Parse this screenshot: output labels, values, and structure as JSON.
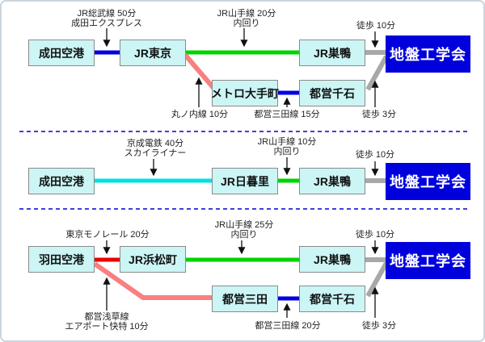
{
  "destination": {
    "label": "地盤工学会"
  },
  "stations": [
    {
      "label": "成田空港"
    },
    {
      "label": "JR東京"
    },
    {
      "label": "メトロ大手町"
    },
    {
      "label": "JR巣鴨"
    },
    {
      "label": "都営千石"
    },
    {
      "label": "成田空港"
    },
    {
      "label": "JR日暮里"
    },
    {
      "label": "JR巣鴨"
    },
    {
      "label": "羽田空港"
    },
    {
      "label": "JR浜松町"
    },
    {
      "label": "都営三田"
    },
    {
      "label": "JR巣鴨"
    },
    {
      "label": "都営千石"
    }
  ],
  "route_labels": [
    {
      "lines": [
        "JR総武線 50分",
        "成田エクスプレス"
      ]
    },
    {
      "lines": [
        "JR山手線 20分",
        "内回り"
      ]
    },
    {
      "lines": [
        "徒歩 10分"
      ]
    },
    {
      "lines": [
        "丸ノ内線 10分"
      ]
    },
    {
      "lines": [
        "都営三田線 15分"
      ]
    },
    {
      "lines": [
        "徒歩 3分"
      ]
    },
    {
      "lines": [
        "京成電鉄 40分",
        "スカイライナー"
      ]
    },
    {
      "lines": [
        "JR山手線 10分",
        "内回り"
      ]
    },
    {
      "lines": [
        "徒歩 10分"
      ]
    },
    {
      "lines": [
        "JR山手線 25分",
        "内回り"
      ]
    },
    {
      "lines": [
        "東京モノレール 20分"
      ]
    },
    {
      "lines": [
        "徒歩 10分"
      ]
    },
    {
      "lines": [
        "都営浅草線",
        "エアポート快特 10分"
      ]
    },
    {
      "lines": [
        "都営三田線 20分"
      ]
    },
    {
      "lines": [
        "徒歩 3分"
      ]
    }
  ],
  "colors": {
    "station_fill": "#ccf5f5",
    "station_border": "#8a8a8a",
    "dest_fill": "#0000dd",
    "dest_text": "#ffffff",
    "express_blue": "#0000e0",
    "yamanote_green": "#00d400",
    "marunouchi_pink": "#f88080",
    "mita_blue": "#0000e0",
    "keisei_cyan": "#00e0e0",
    "monorail_red": "#e80000",
    "asakusa_pink": "#f88080",
    "walk_gray": "#a8a8a8",
    "separator_blue": "#4040d8",
    "arrow_black": "#111111"
  }
}
